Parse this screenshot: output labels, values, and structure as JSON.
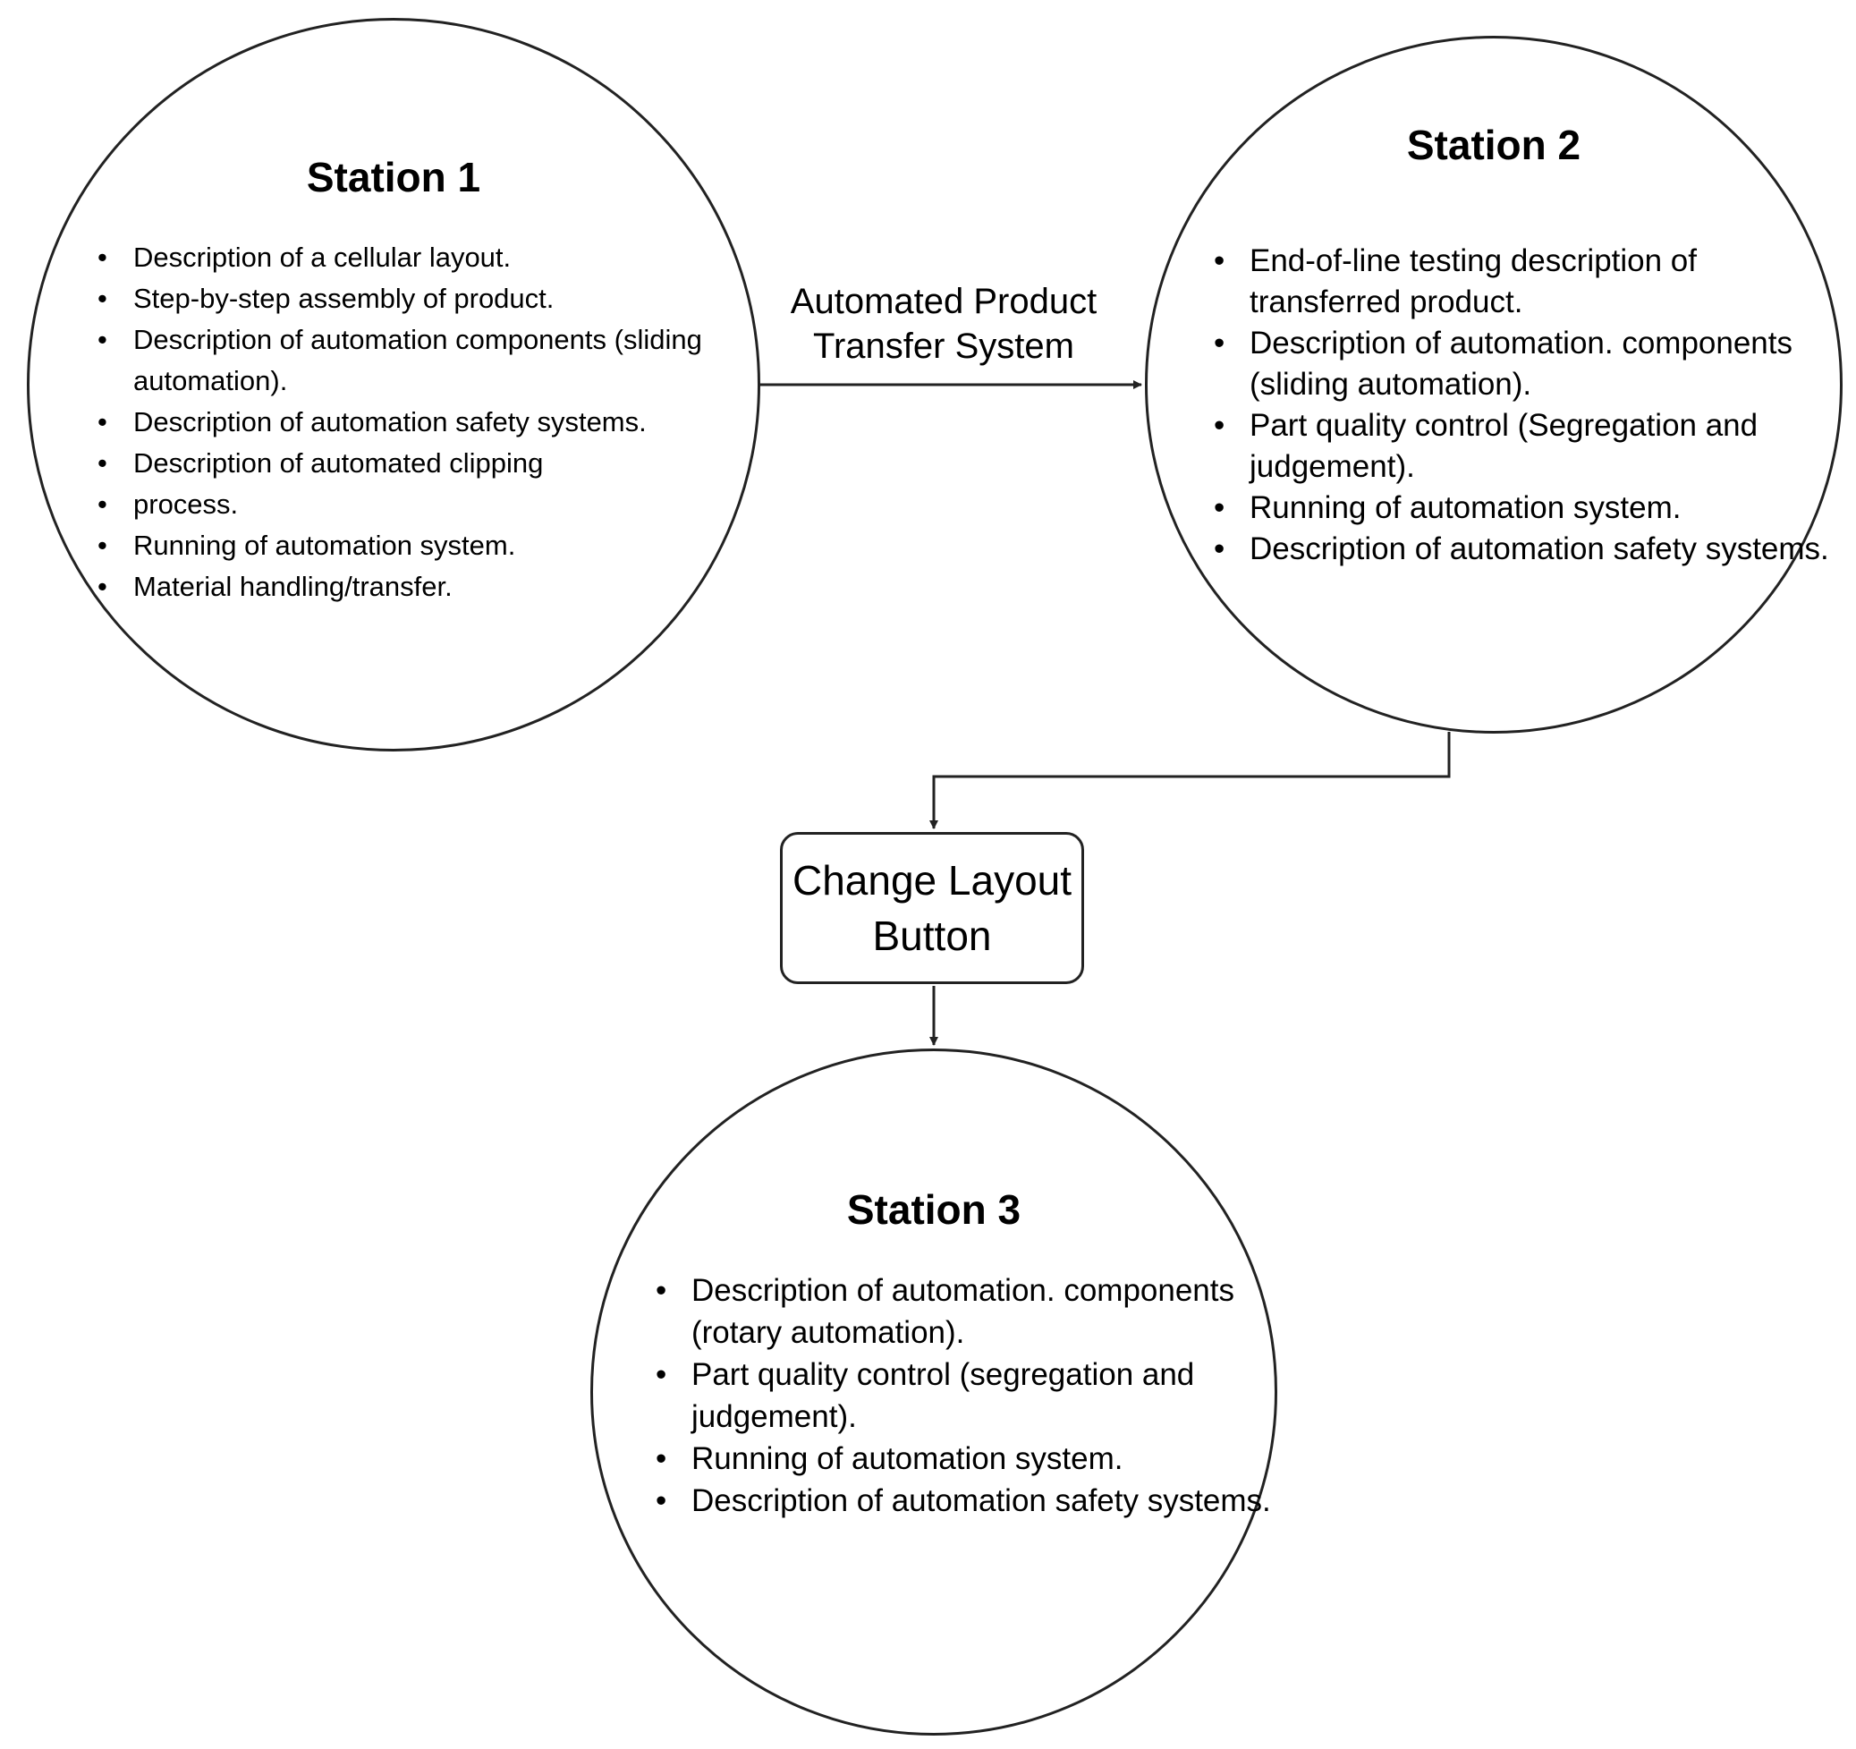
{
  "diagram": {
    "station_1": {
      "title": "Station 1",
      "items": [
        "Description of a cellular layout.",
        "Step-by-step assembly of product.",
        "Description of automation components (sliding automation).",
        "Description of automation safety systems.",
        "Description of automated clipping",
        "process.",
        "Running of automation system.",
        "Material handling/transfer."
      ]
    },
    "station_2": {
      "title": "Station 2",
      "items": [
        "End-of-line testing description of transferred product.",
        "Description of automation. components (sliding automation).",
        "Part quality control (Segregation and judgement).",
        "Running of automation system.",
        "Description of automation safety systems."
      ]
    },
    "station_3": {
      "title": "Station 3",
      "items": [
        "Description of automation. components (rotary automation).",
        "Part quality control (segregation and judgement).",
        "Running of automation system.",
        "Description of automation safety systems."
      ]
    },
    "transfer_label": {
      "line_1": "Automated Product",
      "line_2": "Transfer System"
    },
    "change_layout_button": {
      "label": "Change Layout Button"
    },
    "colors": {
      "stroke": "#222222",
      "background": "#ffffff"
    }
  }
}
